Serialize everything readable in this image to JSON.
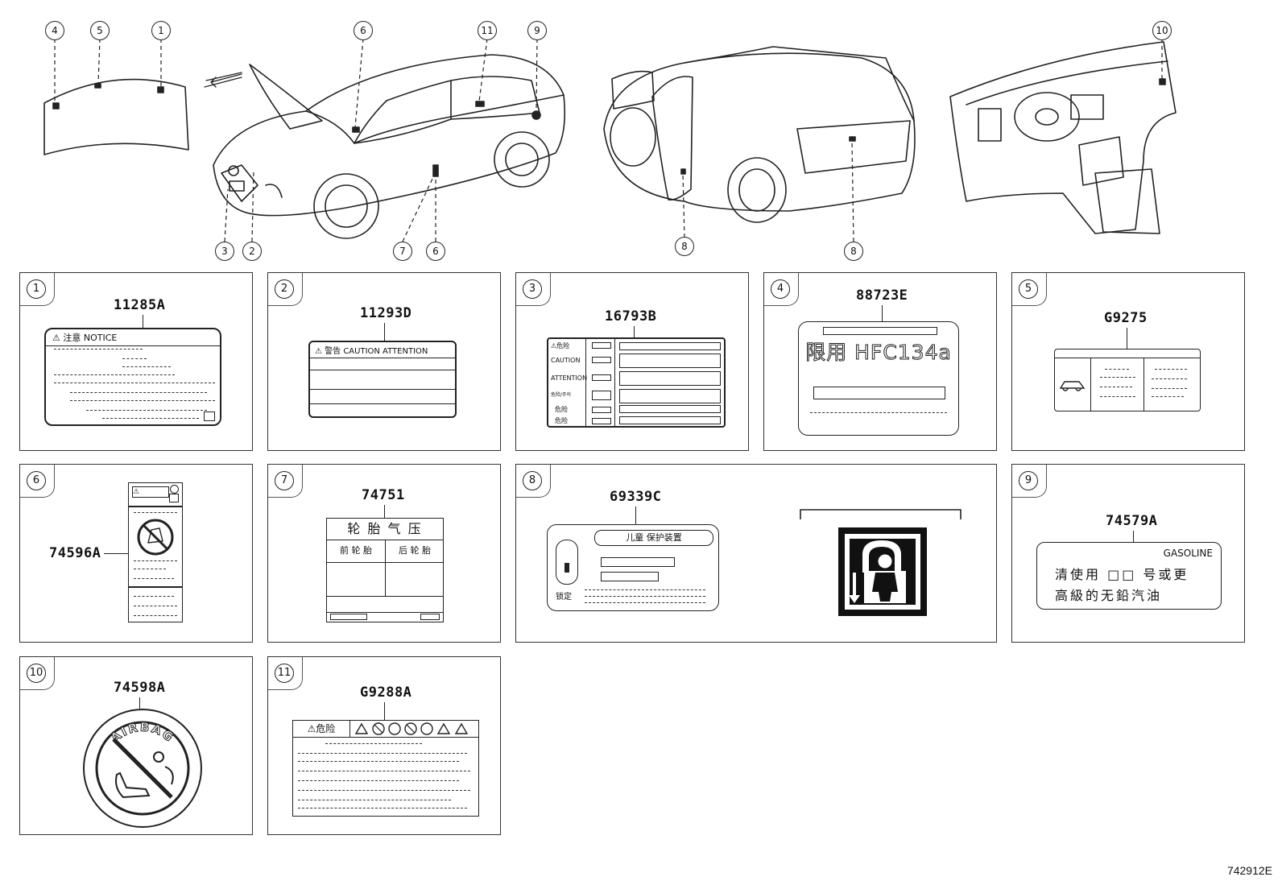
{
  "callouts": {
    "c1": "1",
    "c2": "2",
    "c3": "3",
    "c4": "4",
    "c5": "5",
    "c6a": "6",
    "c6b": "6",
    "c7": "7",
    "c8a": "8",
    "c8b": "8",
    "c9": "9",
    "c10": "10",
    "c11": "11"
  },
  "panels": {
    "p1": {
      "num": "1",
      "code": "11285A",
      "header": "⚠ 注意 NOTICE"
    },
    "p2": {
      "num": "2",
      "code": "11293D",
      "header": "⚠ 警告  CAUTION  ATTENTION"
    },
    "p3": {
      "num": "3",
      "code": "16793B",
      "rows": [
        "⚠危险",
        "CAUTION",
        "ATTENTION",
        "危险/주의",
        "危险",
        "危险"
      ]
    },
    "p4": {
      "num": "4",
      "code": "88723E",
      "main_text": "限用 HFC134a"
    },
    "p5": {
      "num": "5",
      "code": "G9275"
    },
    "p6": {
      "num": "6",
      "code": "74596A"
    },
    "p7": {
      "num": "7",
      "code": "74751",
      "title": "轮 胎 气 压",
      "col1": "前 轮 胎",
      "col2": "后 轮 胎"
    },
    "p8": {
      "num": "8",
      "code": "69339C",
      "header": "儿童 保护装置",
      "lock_label": "锁定"
    },
    "p9": {
      "num": "9",
      "code": "74579A",
      "line0": "GASOLINE",
      "line1": "清使用 □□ 号或更",
      "line2": "高級的无鉛汽油"
    },
    "p10": {
      "num": "10",
      "code": "74598A",
      "ring_text": "AIRBAG"
    },
    "p11": {
      "num": "11",
      "code": "G9288A",
      "header": "⚠危险"
    }
  },
  "footer": {
    "drawing_id": "742912E"
  }
}
